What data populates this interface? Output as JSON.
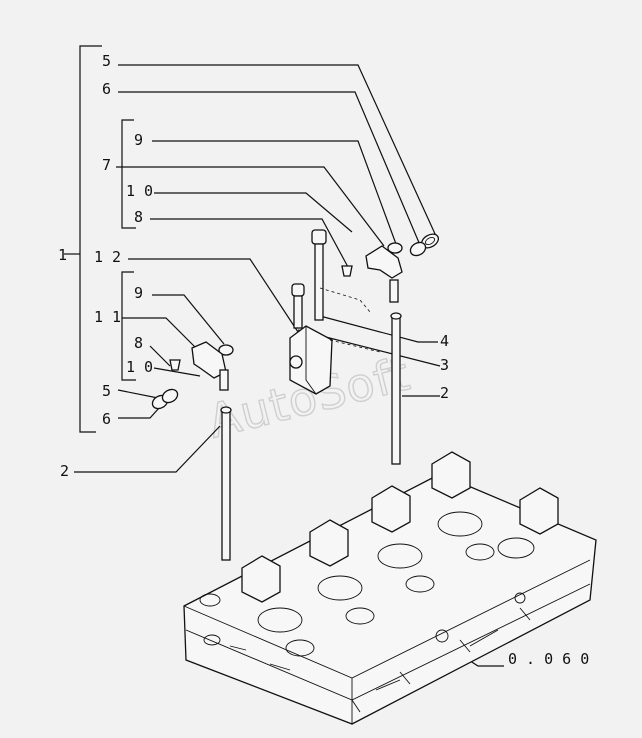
{
  "watermark": "AutoSoft",
  "callouts": {
    "c5_top": "5",
    "c6_top": "6",
    "c9_top": "9",
    "c7": "7",
    "c10_top": "1 0",
    "c8_top": "8",
    "c1": "1",
    "c12": "1 2",
    "c9_low": "9",
    "c11": "1 1",
    "c8_low": "8",
    "c10_low": "1 0",
    "c5_low": "5",
    "c6_low": "6",
    "c4": "4",
    "c3": "3",
    "c2_right": "2",
    "c2_left": "2",
    "ref": "0 . 0 6 0"
  }
}
